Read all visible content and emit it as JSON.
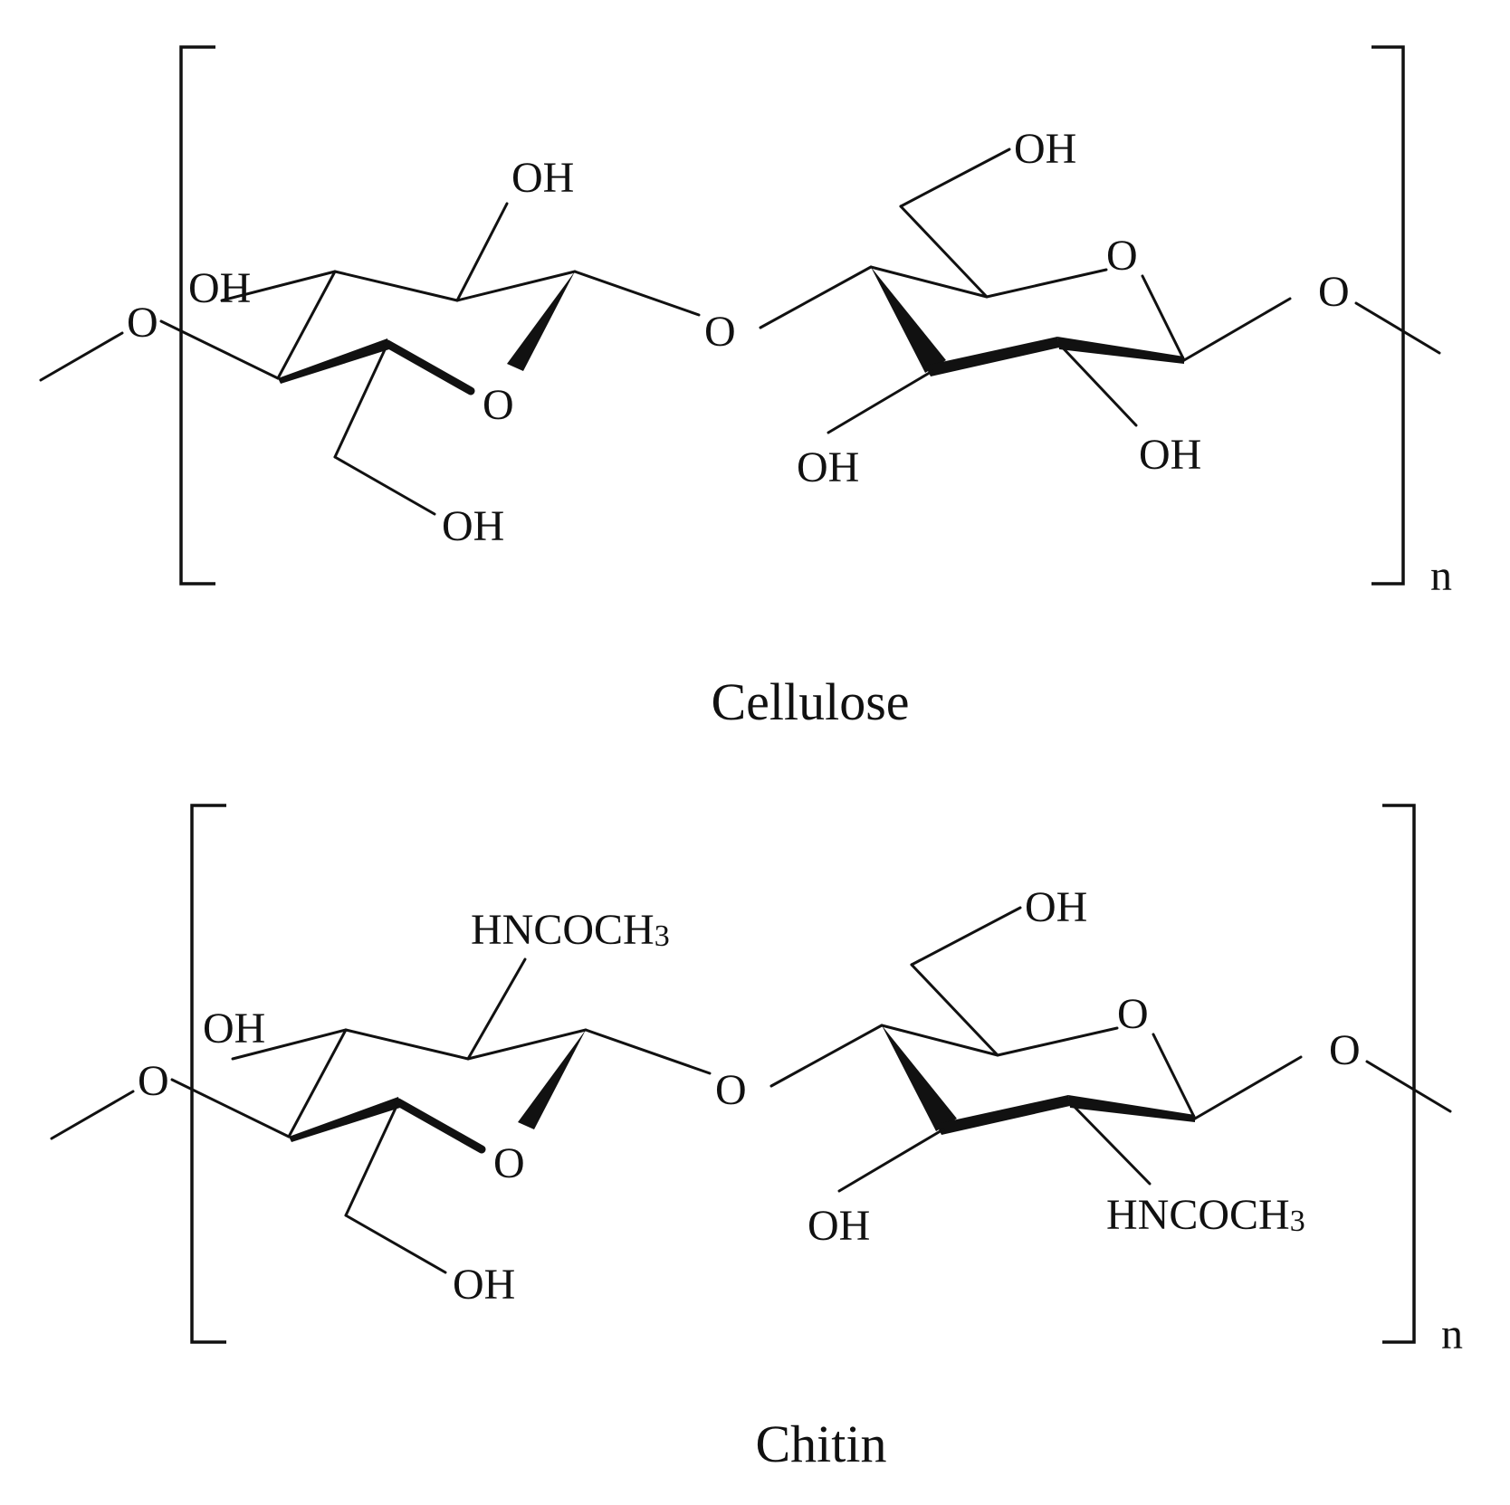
{
  "structures": [
    {
      "name": "Cellulose",
      "repeat_index": "n",
      "ring_oxygen": "O",
      "bridge_oxygen": "O",
      "labels": {
        "ring1_top": "OH",
        "ring1_left": "OH",
        "ring1_bottom": "OH",
        "ring2_top": "OH",
        "ring2_bottom_left": "OH",
        "ring2_bottom_right": "OH"
      }
    },
    {
      "name": "Chitin",
      "repeat_index": "n",
      "ring_oxygen": "O",
      "bridge_oxygen": "O",
      "labels": {
        "ring1_top": "HNCOCH",
        "ring1_top_sub": "3",
        "ring1_left": "OH",
        "ring1_bottom": "OH",
        "ring2_top": "OH",
        "ring2_bottom_left": "OH",
        "ring2_bottom_right": "HNCOCH",
        "ring2_bottom_right_sub": "3"
      }
    }
  ]
}
